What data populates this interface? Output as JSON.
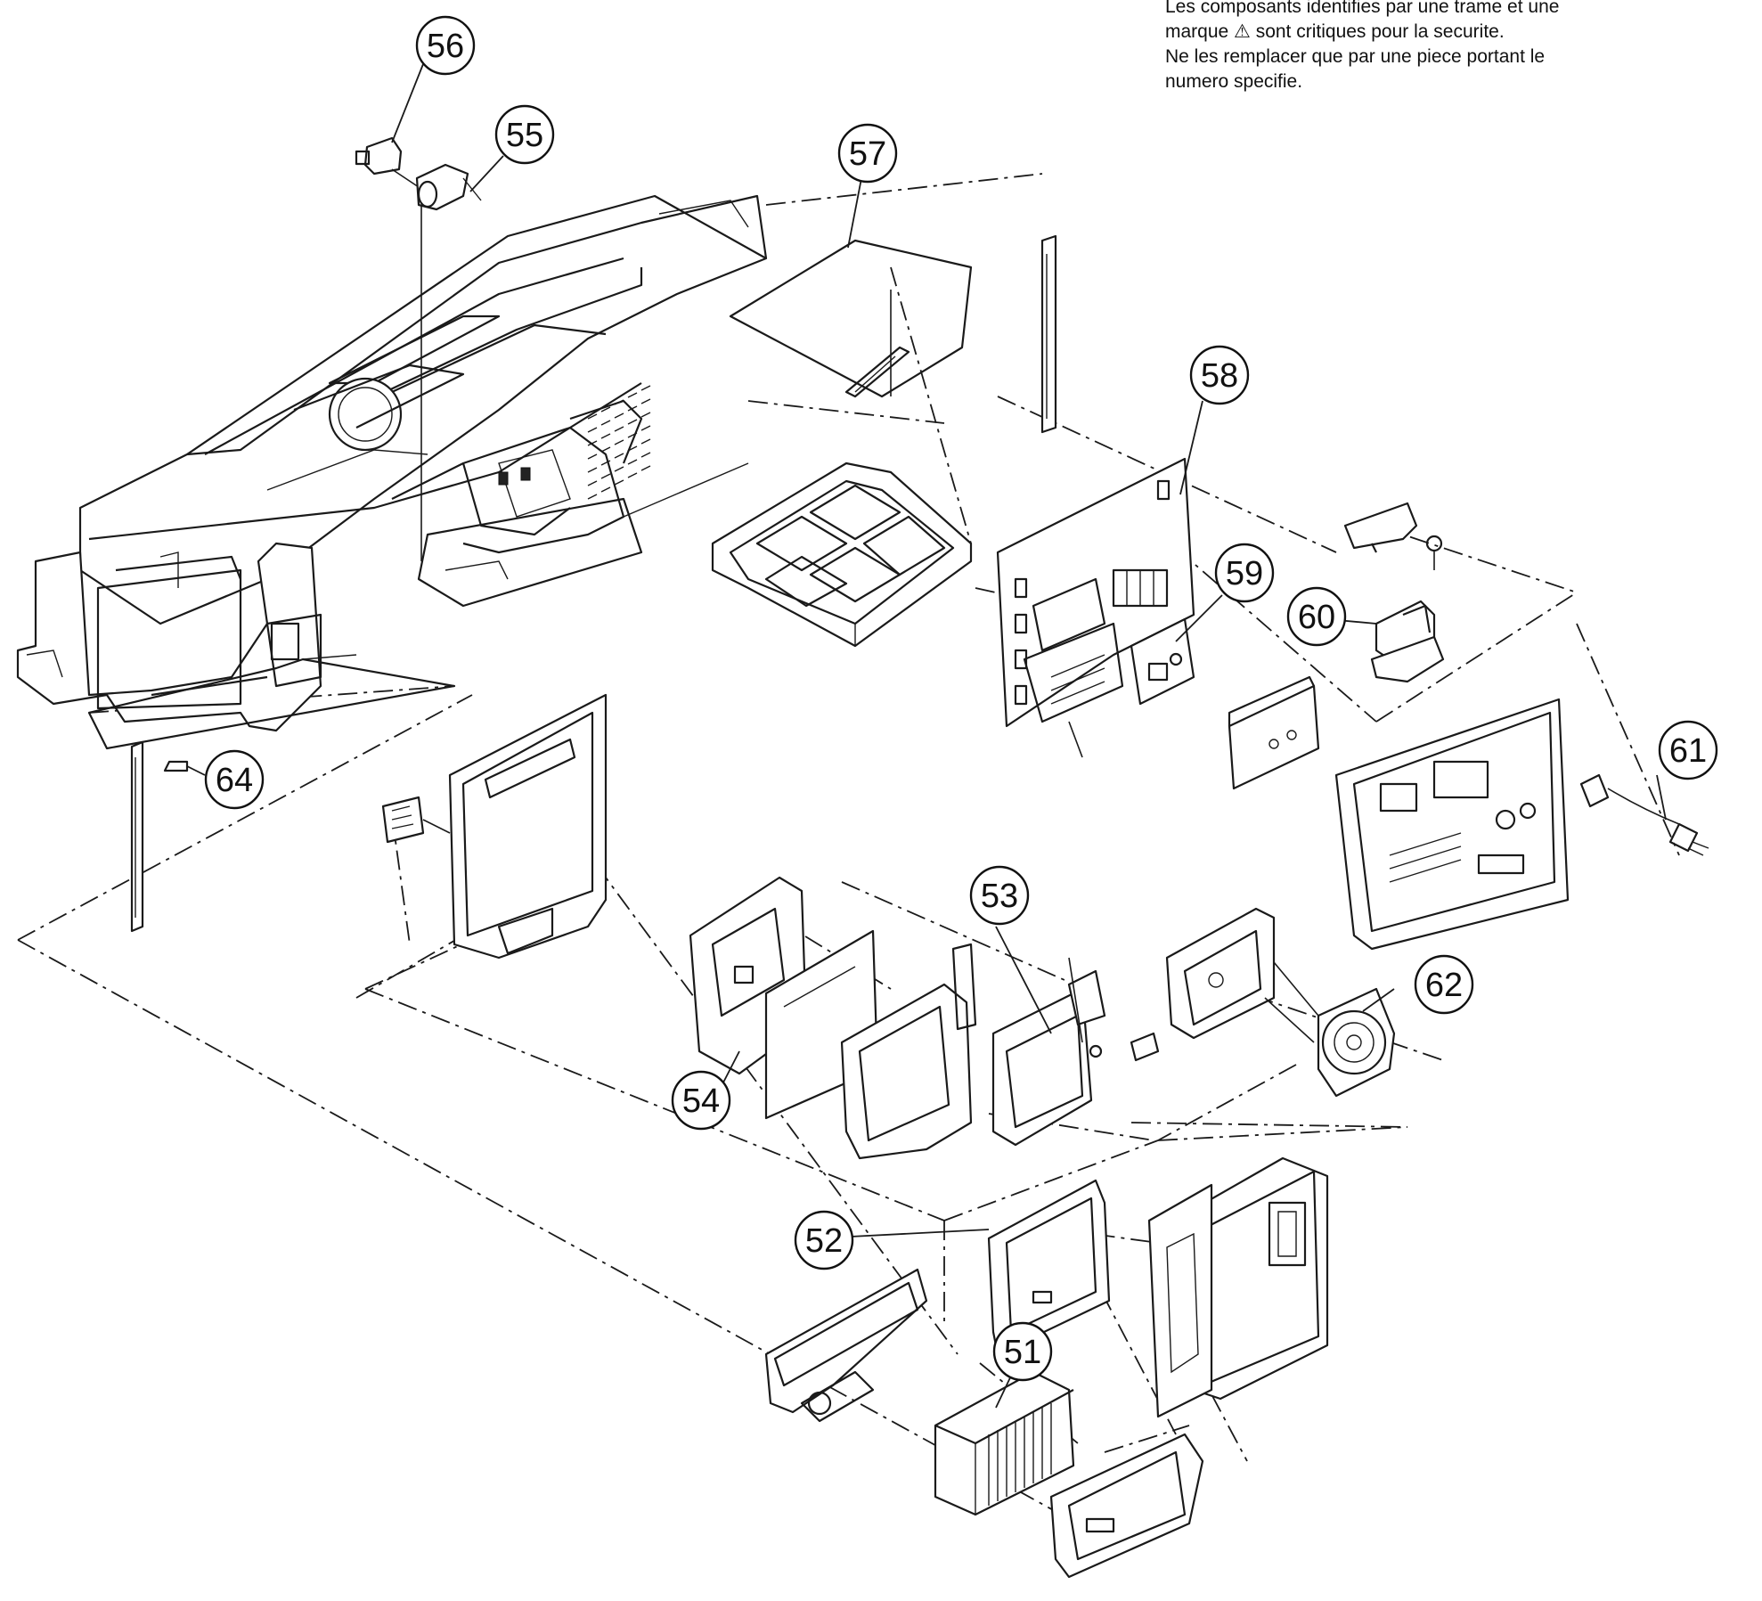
{
  "note": {
    "lines": [
      "Les composants identifies par une trame et une",
      "marque ⚠ sont critiques pour la securite.",
      "Ne les remplacer que par une piece portant le",
      "numero specifie."
    ]
  },
  "callouts": [
    "56",
    "55",
    "57",
    "58",
    "59",
    "60",
    "61",
    "62",
    "53",
    "54",
    "52",
    "51",
    "64"
  ]
}
